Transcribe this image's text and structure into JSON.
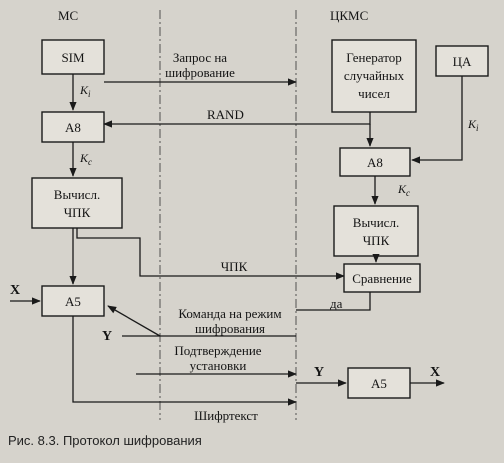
{
  "headers": {
    "ms": "МС",
    "ckms": "ЦКМС"
  },
  "blocks": {
    "sim": "SIM",
    "a8_left": "A8",
    "calc_left": [
      "Вычисл.",
      "ЧПК"
    ],
    "a5_left": "A5",
    "generator": [
      "Генератор",
      "случайных",
      "чисел"
    ],
    "ca": "ЦА",
    "a8_right": "A8",
    "calc_right": [
      "Вычисл.",
      "ЧПК"
    ],
    "compare": "Сравнение",
    "a5_right": "A5"
  },
  "keys": {
    "ki": "i",
    "kc": "c"
  },
  "messages": {
    "request": [
      "Запрос на",
      "шифрование"
    ],
    "rand": "RAND",
    "chpk": "ЧПК",
    "mode_command": [
      "Команда на режим",
      "шифрования"
    ],
    "confirm": [
      "Подтверждение",
      "установки"
    ],
    "ciphertext": "Шифртекст",
    "yes": "да"
  },
  "io": {
    "x": "X",
    "y": "Y"
  },
  "caption": "Рис. 8.3. Протокол шифрования"
}
